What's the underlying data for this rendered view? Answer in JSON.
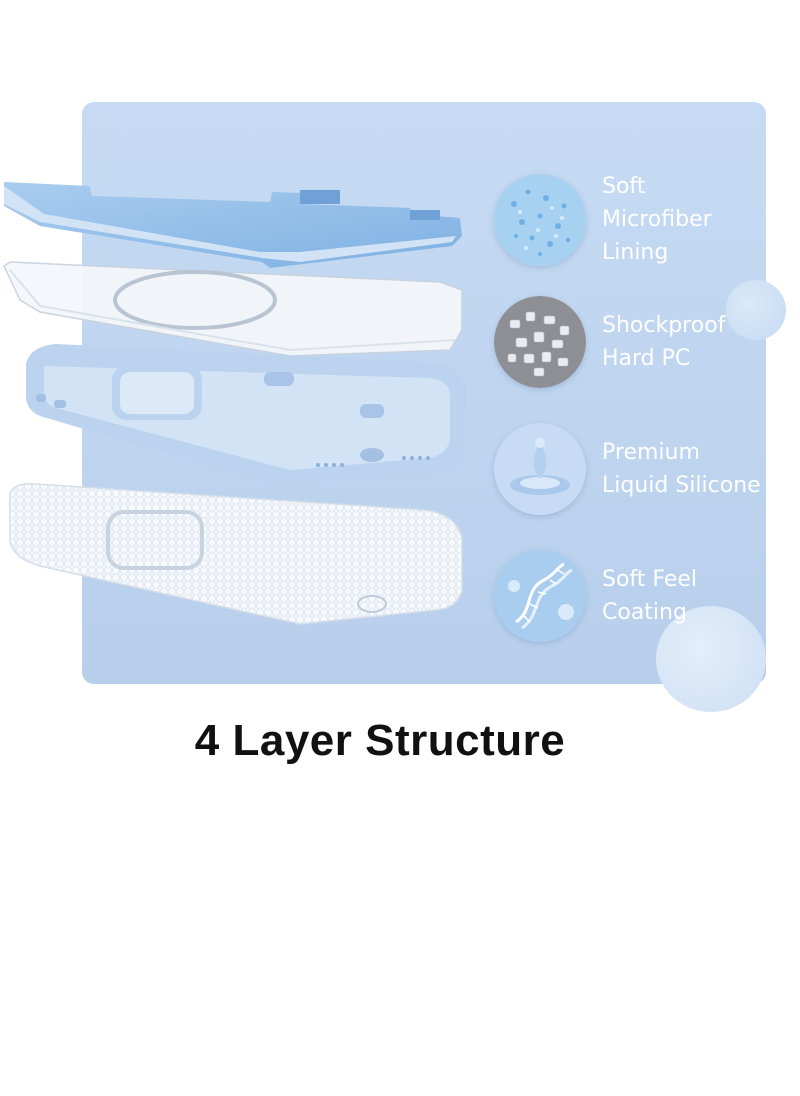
{
  "features": [
    {
      "label": "Soft\nMicrofiber\nLining",
      "icon": "microfiber-texture-icon",
      "color": "#8fc3ec"
    },
    {
      "label": "Shockproof\nHard PC",
      "icon": "pc-granules-icon",
      "color": "#9a9a9a"
    },
    {
      "label": "Premium\nLiquid Silicone",
      "icon": "silicone-drop-icon",
      "color": "#bcd6f2"
    },
    {
      "label": "Soft Feel\nCoating",
      "icon": "dna-coating-icon",
      "color": "#b6d7f3"
    }
  ],
  "title": "4 Layer Structure",
  "colors": {
    "panel": "#c0d6ef",
    "case_blue": "#bcd3ef",
    "lining_blue": "#8eb8e6"
  }
}
